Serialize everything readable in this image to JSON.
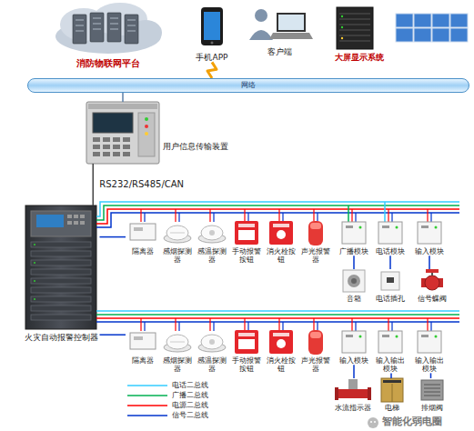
{
  "diagram": {
    "nodes": [
      {
        "text": [
          "消防物联网平台"
        ]
      },
      {
        "text": [
          "手机APP"
        ]
      },
      {
        "text": [
          "客户端"
        ]
      },
      {
        "text": [
          "大屏显示系统"
        ]
      },
      {
        "text": [
          "网络"
        ]
      },
      {
        "text": [
          "用户信息传输装置"
        ]
      },
      {
        "text": [
          "火灾自动报警控制器"
        ]
      },
      {
        "text": [
          "隔离器"
        ]
      },
      {
        "text": [
          "感烟探测器"
        ]
      },
      {
        "text": [
          "感温探测器"
        ]
      },
      {
        "text": [
          "手动报警按钮"
        ]
      },
      {
        "text": [
          "消火栓按钮"
        ]
      },
      {
        "text": [
          "声光报警器"
        ]
      },
      {
        "text": [
          "广播模块"
        ]
      },
      {
        "text": [
          "电话模块"
        ]
      },
      {
        "text": [
          "输入模块"
        ]
      },
      {
        "text": [
          "音箱"
        ]
      },
      {
        "text": [
          "电话插孔"
        ]
      },
      {
        "text": [
          "信号蝶阀"
        ]
      },
      {
        "text": [
          "隔离器"
        ]
      },
      {
        "text": [
          "感烟探测器"
        ]
      },
      {
        "text": [
          "感温探测器"
        ]
      },
      {
        "text": [
          "手动报警按钮"
        ]
      },
      {
        "text": [
          "消火栓按钮"
        ]
      },
      {
        "text": [
          "声光报警器"
        ]
      },
      {
        "text": [
          "输入模块"
        ]
      },
      {
        "text": [
          "输入输出模块"
        ]
      },
      {
        "text": [
          "输入输出模块"
        ]
      },
      {
        "text": [
          "水流指示器"
        ]
      },
      {
        "text": [
          "电梯"
        ]
      },
      {
        "text": [
          "排烟阀"
        ]
      }
    ],
    "edges": [
      {
        "from": 1,
        "to": 4,
        "arrow": "none"
      },
      {
        "from": 5,
        "to": 4,
        "arrow": "none"
      },
      {
        "from": 6,
        "to": 5,
        "label": "RS232/RS485/CAN",
        "arrow": "none"
      },
      {
        "from": 6,
        "to": 7,
        "arrow": "none"
      },
      {
        "from": 6,
        "to": 19,
        "arrow": "none"
      },
      {
        "from": 13,
        "to": 16,
        "arrow": "none"
      },
      {
        "from": 14,
        "to": 17,
        "arrow": "none"
      },
      {
        "from": 15,
        "to": 18,
        "arrow": "none"
      },
      {
        "from": 25,
        "to": 28,
        "arrow": "none"
      },
      {
        "from": 26,
        "to": 29,
        "arrow": "none"
      },
      {
        "from": 27,
        "to": 30,
        "arrow": "none"
      }
    ],
    "labels": [
      "智能化弱电圈"
    ],
    "legend": [
      {
        "text": "电话二总线"
      },
      {
        "text": "广播二总线"
      },
      {
        "text": "电源二总线"
      },
      {
        "text": "信号二总线"
      }
    ]
  }
}
